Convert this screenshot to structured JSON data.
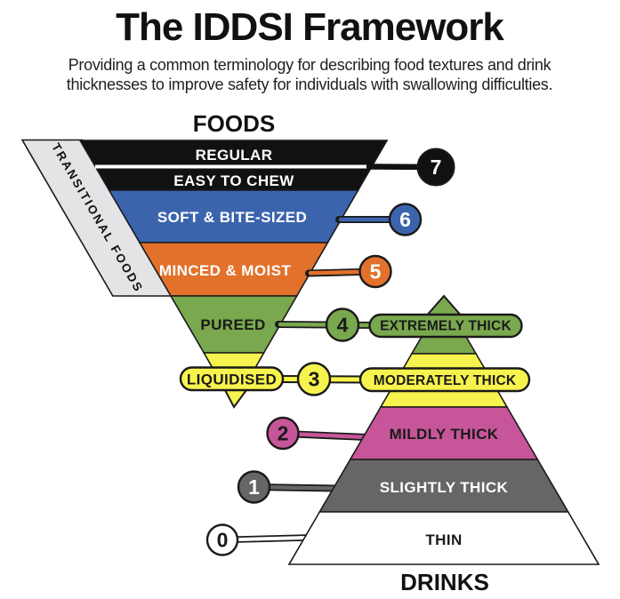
{
  "title": "The IDDSI Framework",
  "subtitle_line1": "Providing a common terminology for describing food textures and drink",
  "subtitle_line2": "thicknesses to improve safety for individuals with swallowing difficulties.",
  "foods": {
    "heading": "FOODS",
    "transitional_label": "TRANSITIONAL FOODS",
    "transitional_color": "#e4e4e6",
    "bands": [
      {
        "label": "REGULAR",
        "level": "7",
        "color": "#111111",
        "text_color": "#ffffff"
      },
      {
        "label": "EASY TO CHEW",
        "level": "7",
        "color": "#111111",
        "text_color": "#ffffff"
      },
      {
        "label": "SOFT & BITE-SIZED",
        "level": "6",
        "color": "#3c64ad",
        "text_color": "#ffffff"
      },
      {
        "label": "MINCED & MOIST",
        "level": "5",
        "color": "#e2712b",
        "text_color": "#ffffff"
      },
      {
        "label": "PUREED",
        "level": "4",
        "color": "#7aa84e",
        "text_color": "#1a1a1a"
      },
      {
        "label": "LIQUIDISED",
        "level": "3",
        "color": "#f7f34e",
        "text_color": "#1a1a1a"
      }
    ]
  },
  "drinks": {
    "heading": "DRINKS",
    "bands": [
      {
        "label": "EXTREMELY THICK",
        "level": "4",
        "color": "#7aa84e",
        "text_color": "#1a1a1a"
      },
      {
        "label": "MODERATELY THICK",
        "level": "3",
        "color": "#f7f34e",
        "text_color": "#1a1a1a"
      },
      {
        "label": "MILDLY THICK",
        "level": "2",
        "color": "#c75599",
        "text_color": "#1a1a1a"
      },
      {
        "label": "SLIGHTLY THICK",
        "level": "1",
        "color": "#676567",
        "text_color": "#ffffff"
      },
      {
        "label": "THIN",
        "level": "0",
        "color": "#ffffff",
        "text_color": "#1a1a1a"
      }
    ]
  },
  "badges": [
    {
      "number": "7",
      "color": "#111111",
      "number_color": "#ffffff"
    },
    {
      "number": "6",
      "color": "#3c64ad",
      "number_color": "#ffffff"
    },
    {
      "number": "5",
      "color": "#e2712b",
      "number_color": "#ffffff"
    },
    {
      "number": "4",
      "color": "#7aa84e",
      "number_color": "#1a1a1a"
    },
    {
      "number": "3",
      "color": "#f7f34e",
      "number_color": "#1a1a1a"
    },
    {
      "number": "2",
      "color": "#c75599",
      "number_color": "#1a1a1a"
    },
    {
      "number": "1",
      "color": "#676567",
      "number_color": "#ffffff"
    },
    {
      "number": "0",
      "color": "#ffffff",
      "number_color": "#1a1a1a"
    }
  ]
}
